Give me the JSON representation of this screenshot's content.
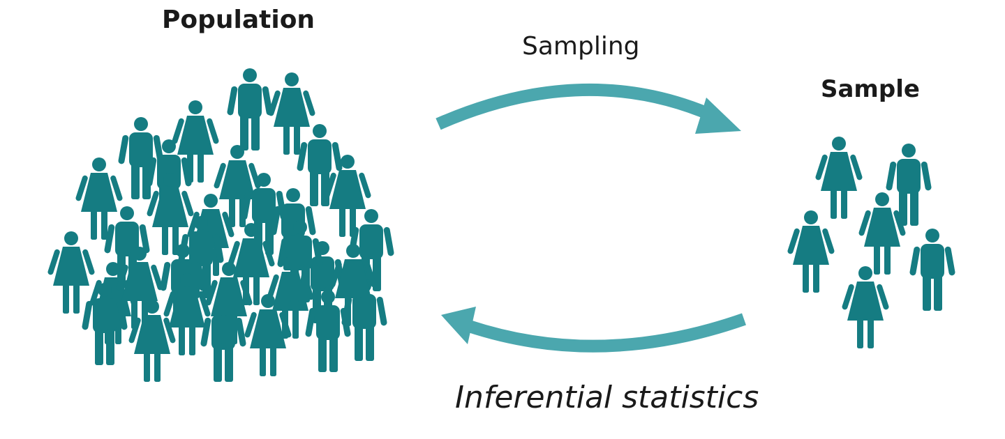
{
  "labels": {
    "population": "Population",
    "sample": "Sample",
    "sampling": "Sampling",
    "inferential": "Inferential statistics"
  },
  "colors": {
    "figure": "#157c82",
    "arrow": "#4ba7ae",
    "text": "#1a1a1a"
  },
  "icons": {
    "person_male": "person-male-icon",
    "person_female": "person-female-icon"
  },
  "groups": {
    "population": {
      "count": 33
    },
    "sample": {
      "count": 6
    }
  }
}
